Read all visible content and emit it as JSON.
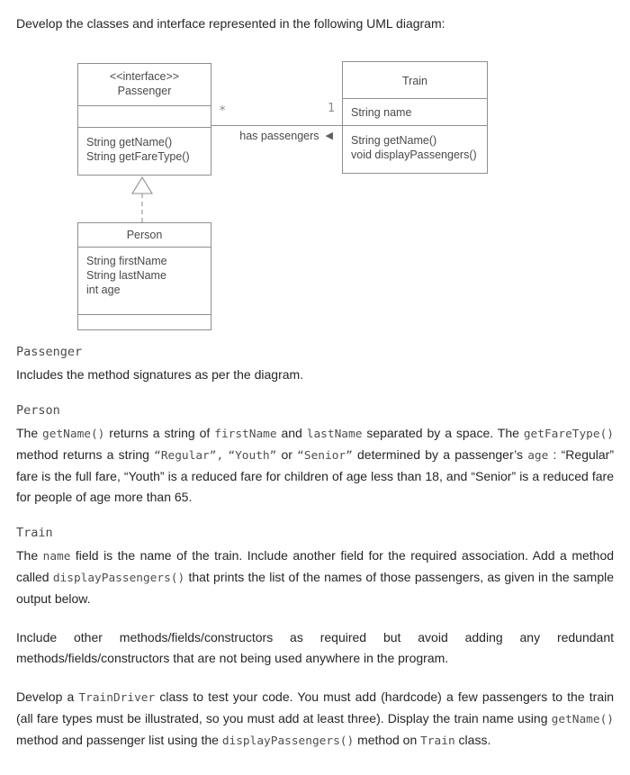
{
  "intro": "Develop the classes and interface represented in the following UML diagram:",
  "uml": {
    "passenger": {
      "stereotype": "<<interface>>",
      "name": "Passenger",
      "methods": [
        "String getName()",
        "String getFareType()"
      ]
    },
    "train": {
      "name": "Train",
      "attributes": [
        "String name"
      ],
      "methods": [
        "String getName()",
        "void displayPassengers()"
      ]
    },
    "person": {
      "name": "Person",
      "attributes": [
        "String firstName",
        "String lastName",
        "int age"
      ]
    },
    "association": {
      "multiplicity_many": "*",
      "multiplicity_one": "1",
      "label": "has passengers",
      "direction_icon": "◀"
    }
  },
  "sections": [
    {
      "heading": "Passenger",
      "runs": [
        {
          "t": "Includes the method signatures as per the diagram."
        }
      ]
    },
    {
      "heading": "Person",
      "runs": [
        {
          "t": "The "
        },
        {
          "c": "getName()"
        },
        {
          "t": " returns a string of "
        },
        {
          "c": "firstName"
        },
        {
          "t": " and "
        },
        {
          "c": "lastName"
        },
        {
          "t": " separated by a space. The "
        },
        {
          "c": "getFareType()"
        },
        {
          "t": " method returns a string "
        },
        {
          "c": "“Regular”,"
        },
        {
          "t": " "
        },
        {
          "c": "“Youth”"
        },
        {
          "t": " or "
        },
        {
          "c": "“Senior”"
        },
        {
          "t": " determined by a passenger’s "
        },
        {
          "c": "age"
        },
        {
          "t": " : “Regular” fare is the full fare, “Youth” is a reduced fare for children of age less than 18, and “Senior” is a reduced fare for people of age more than 65."
        }
      ]
    },
    {
      "heading": "Train",
      "runs": [
        {
          "t": "The "
        },
        {
          "c": "name"
        },
        {
          "t": " field is the name of the train. Include another field for the required association. Add a method called "
        },
        {
          "c": "displayPassengers()"
        },
        {
          "t": " that prints the list of the names of those passengers, as given in the sample output below."
        }
      ]
    },
    {
      "heading": null,
      "runs": [
        {
          "t": "Include other methods/fields/constructors as required but avoid adding any redundant methods/fields/constructors that are not being used anywhere in the program."
        }
      ]
    },
    {
      "heading": null,
      "runs": [
        {
          "t": "Develop a "
        },
        {
          "c": "TrainDriver"
        },
        {
          "t": " class to test your code. You must add (hardcode) a few passengers to the train (all fare types must be illustrated, so you must add at least three). Display the train name using "
        },
        {
          "c": "getName()"
        },
        {
          "t": " method and passenger list using the "
        },
        {
          "c": "displayPassengers()"
        },
        {
          "t": " method on "
        },
        {
          "c": "Train"
        },
        {
          "t": " class."
        }
      ]
    }
  ]
}
